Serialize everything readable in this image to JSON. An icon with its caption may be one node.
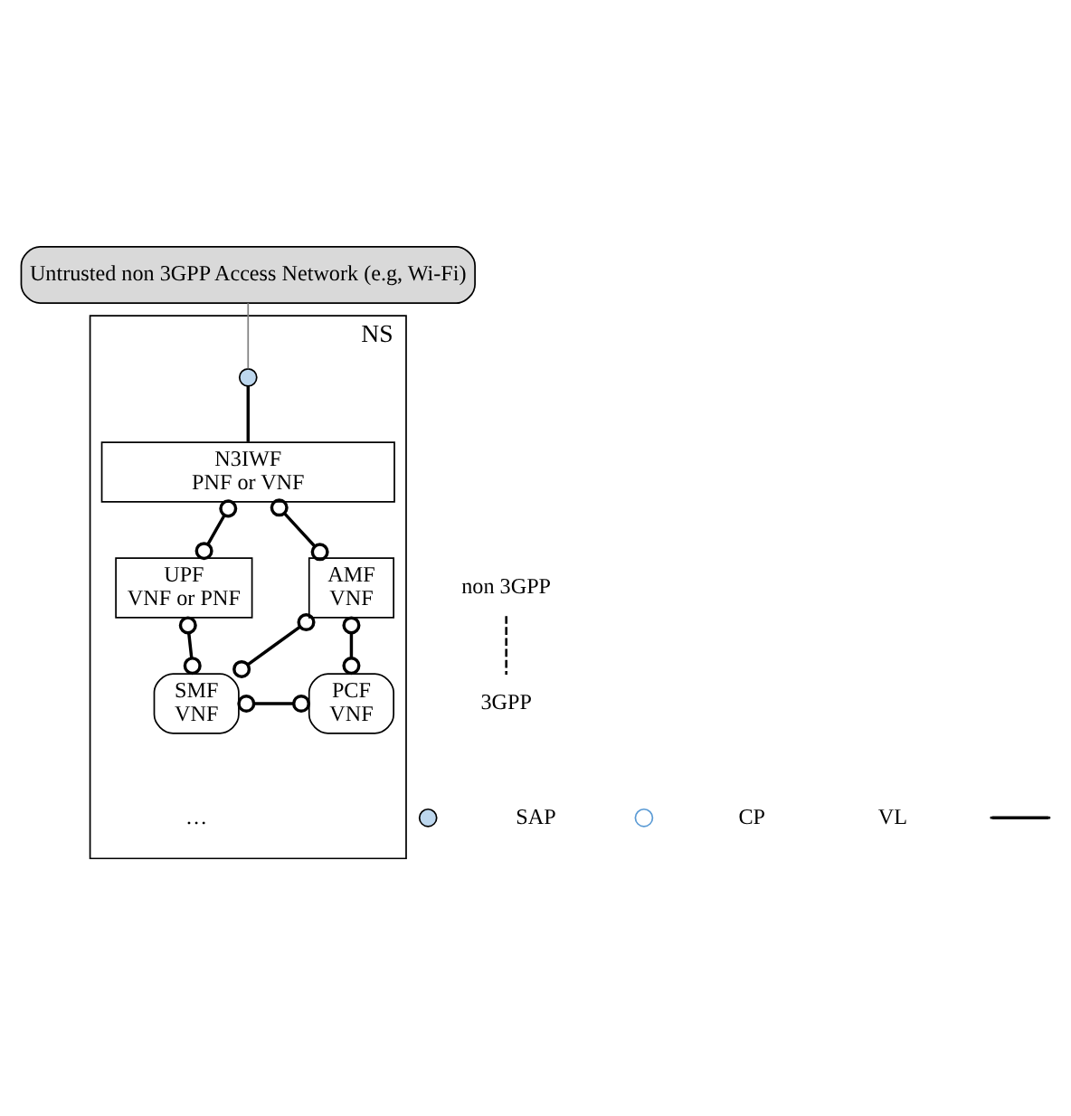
{
  "diagram": {
    "nodes": [
      {
        "text": [
          "Untrusted non 3GPP Access Network (e.g, Wi-Fi)"
        ]
      },
      {
        "text": [
          "NS"
        ]
      },
      {
        "text": [],
        "shape": "circle",
        "in": 1
      },
      {
        "text": [
          "N3IWF",
          "PNF or VNF"
        ],
        "in": 1
      },
      {
        "text": [
          "AMF",
          "VNF"
        ],
        "in": 1
      },
      {
        "text": [
          "UPF",
          "VNF or PNF"
        ],
        "in": 1
      },
      {
        "text": [
          "SMF",
          "VNF"
        ],
        "in": 1
      },
      {
        "text": [
          "PCF",
          "VNF"
        ],
        "in": 1
      }
    ],
    "edges": [
      {
        "from": 0,
        "to": 2,
        "arrow": "none",
        "color": "#808080"
      },
      {
        "from": 2,
        "to": 3,
        "arrow": "none"
      },
      {
        "from": 3,
        "to": 4,
        "arrow": "other"
      },
      {
        "from": 3,
        "to": 5,
        "arrow": "other"
      },
      {
        "from": 4,
        "to": 7,
        "arrow": "other"
      },
      {
        "from": 5,
        "to": 6,
        "arrow": "other"
      },
      {
        "from": 4,
        "to": 6,
        "arrow": "other"
      },
      {
        "from": 6,
        "to": 7,
        "arrow": "other"
      }
    ],
    "labels": [
      "non 3GPP",
      "3GPP",
      "…"
    ],
    "legend": [
      {
        "text": "SAP"
      },
      {
        "text": "CP"
      },
      {
        "text": "VL"
      }
    ]
  }
}
